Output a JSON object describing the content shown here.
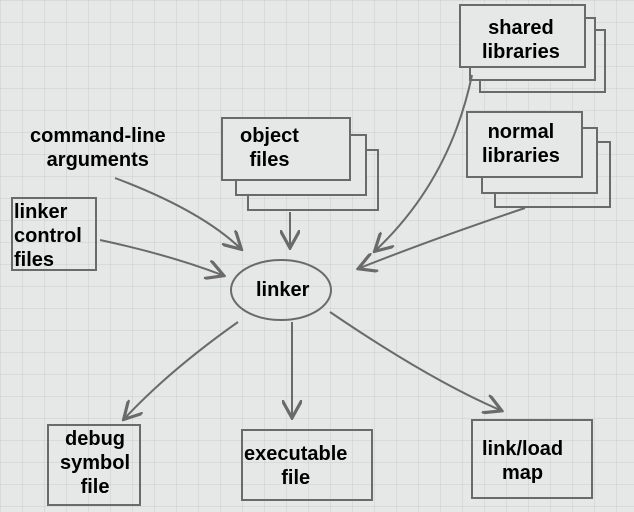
{
  "center": "linker",
  "inputs": {
    "command_line": [
      "command-line",
      "arguments"
    ],
    "object_files": [
      "object",
      "files"
    ],
    "shared_libraries": [
      "shared",
      "libraries"
    ],
    "normal_libraries": [
      "normal",
      "libraries"
    ],
    "linker_control": [
      "linker",
      "control",
      "files"
    ]
  },
  "outputs": {
    "debug": [
      "debug",
      "symbol",
      "file"
    ],
    "executable": [
      "executable",
      "file"
    ],
    "map": [
      "link/load",
      "map"
    ]
  }
}
